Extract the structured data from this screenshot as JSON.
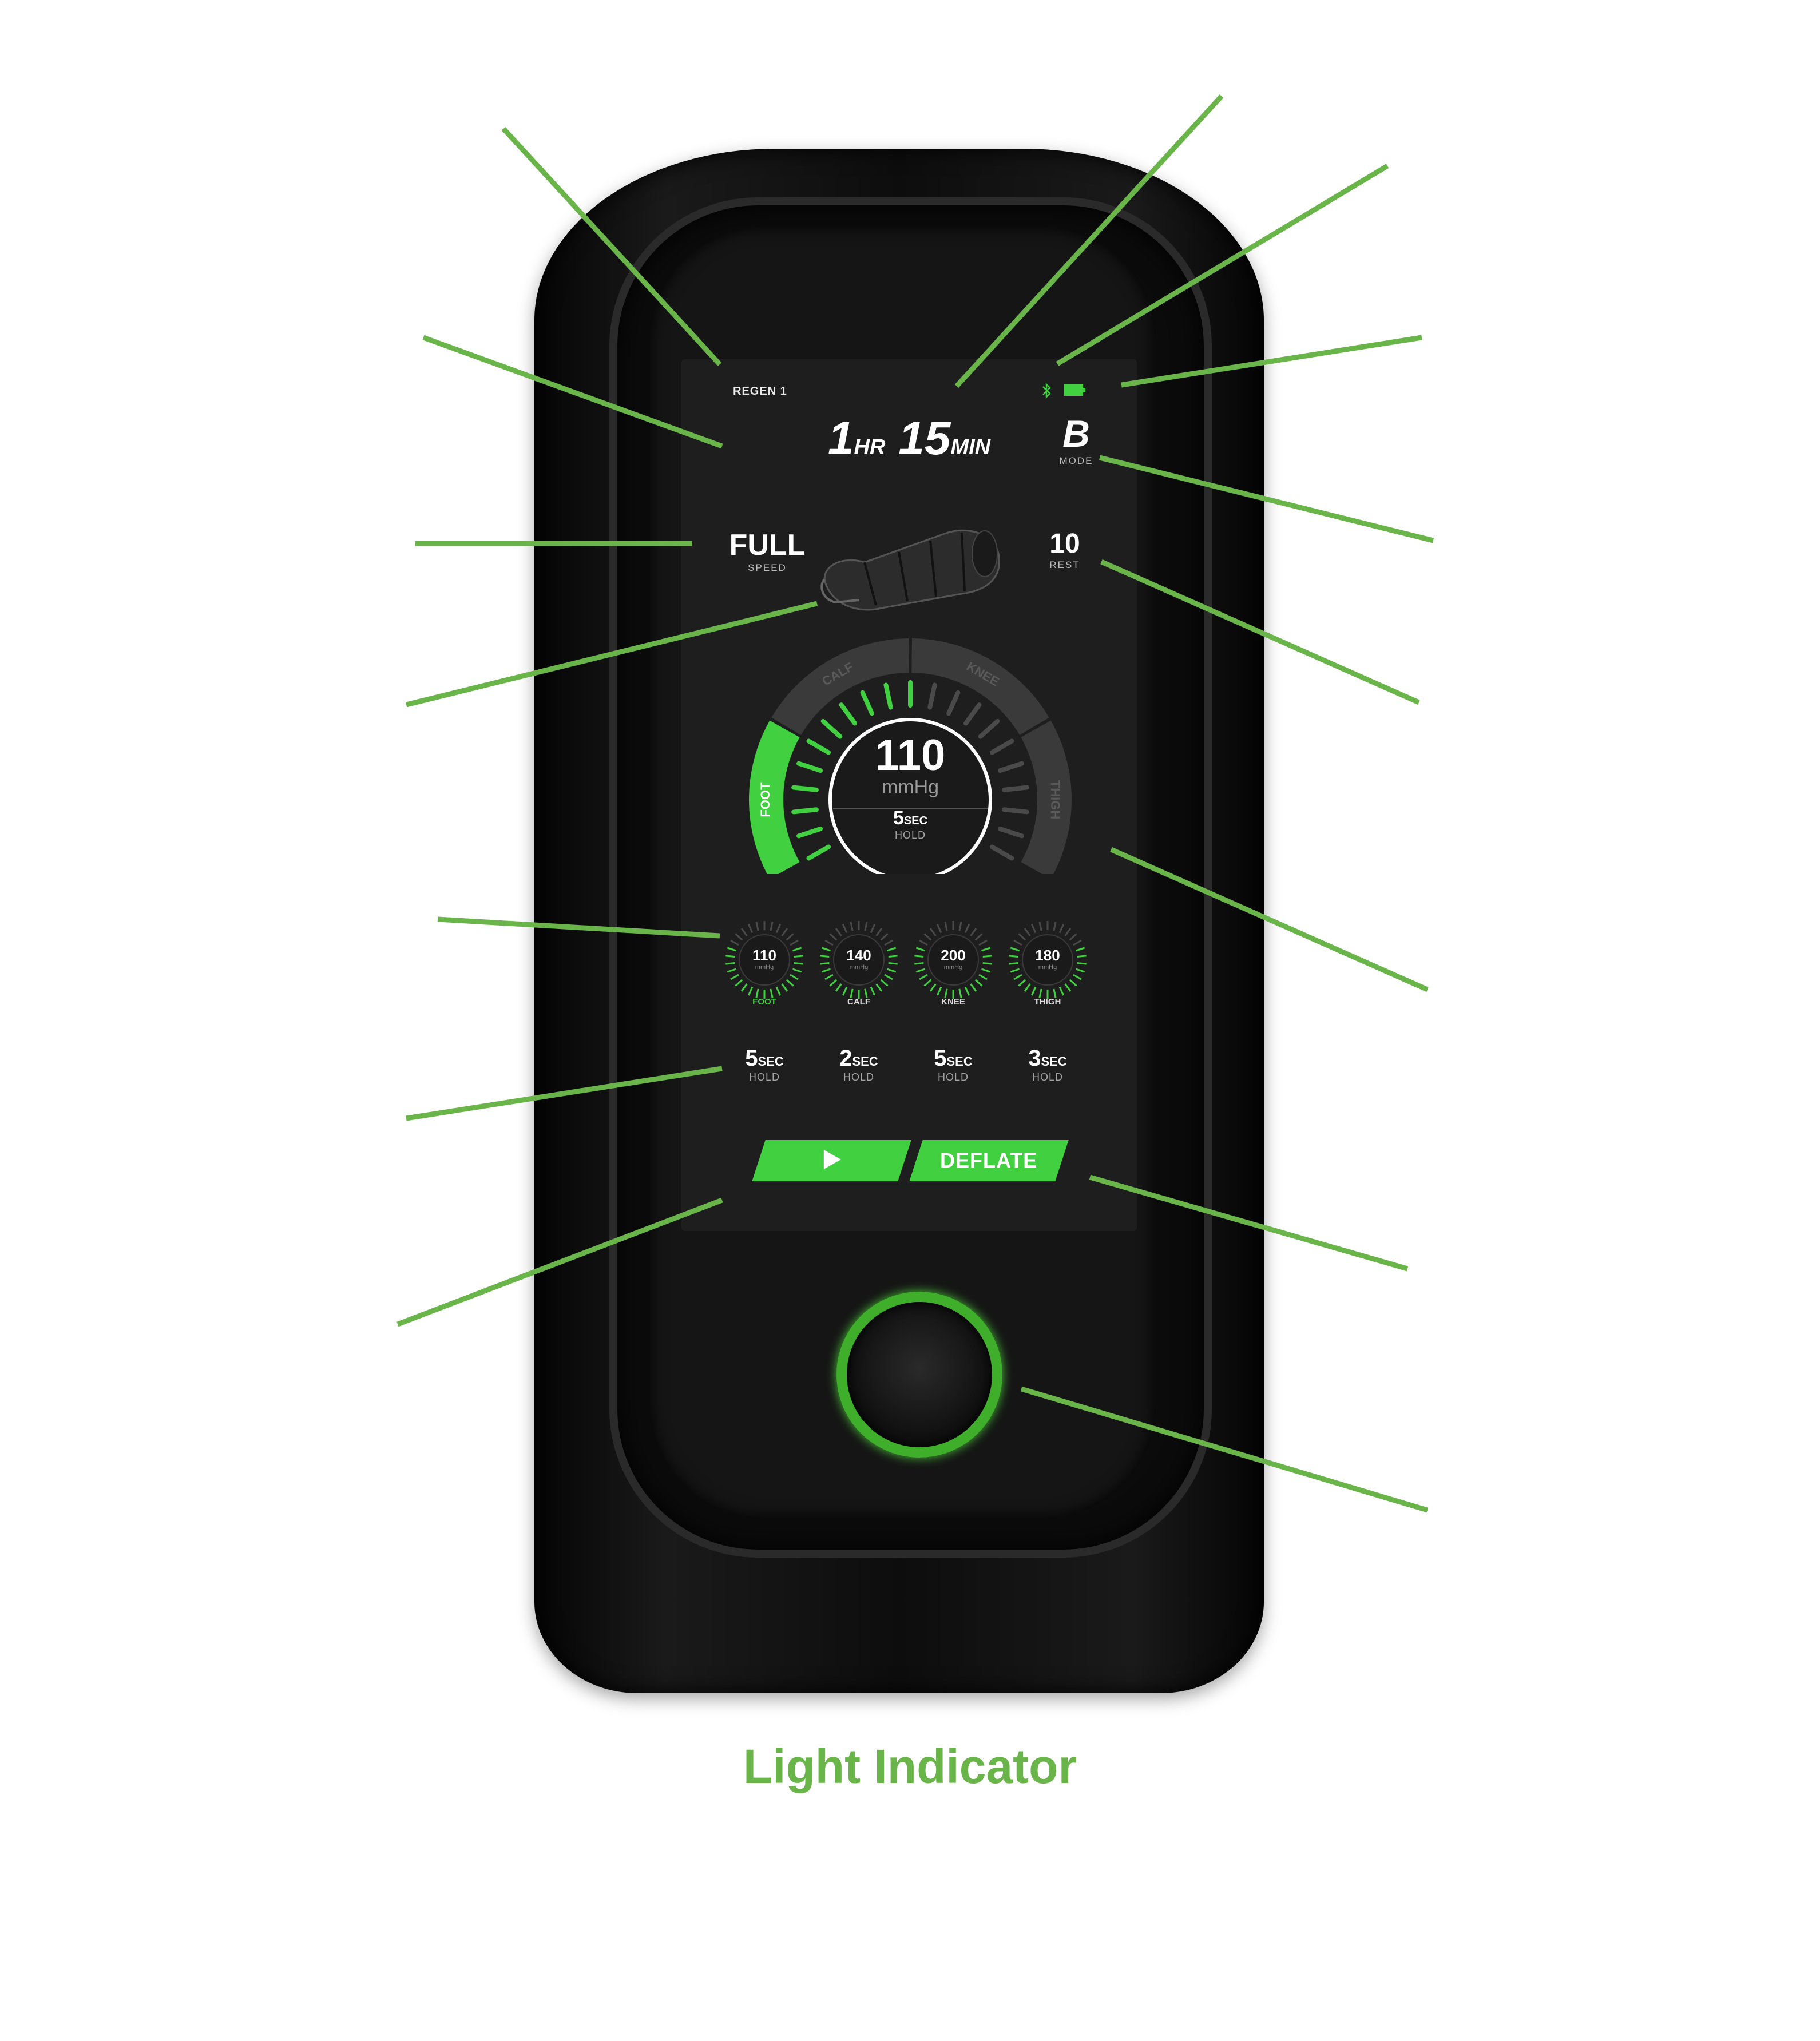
{
  "screen": {
    "program": "REGEN 1",
    "time": {
      "hours": "1",
      "hours_unit": "HR",
      "minutes": "15",
      "minutes_unit": "MIN"
    },
    "mode": {
      "value": "B",
      "label": "MODE"
    },
    "speed": {
      "value": "FULL",
      "label": "SPEED"
    },
    "rest": {
      "value": "10",
      "label": "REST"
    },
    "status_icons": [
      "bluetooth-icon",
      "battery-icon"
    ],
    "main_gauge": {
      "pressure": "110",
      "unit": "mmHg",
      "hold_value": "5",
      "hold_unit": "SEC",
      "hold_label": "HOLD",
      "zones": [
        "FOOT",
        "CALF",
        "KNEE",
        "THIGH"
      ],
      "active_zone": "FOOT"
    },
    "zone_gauges": [
      {
        "value": "110",
        "unit": "mmHg",
        "label": "FOOT",
        "active": true
      },
      {
        "value": "140",
        "unit": "mmHg",
        "label": "CALF",
        "active": false
      },
      {
        "value": "200",
        "unit": "mmHg",
        "label": "KNEE",
        "active": false
      },
      {
        "value": "180",
        "unit": "mmHg",
        "label": "THIGH",
        "active": false
      }
    ],
    "holds": [
      {
        "value": "5",
        "unit": "SEC",
        "label": "HOLD"
      },
      {
        "value": "2",
        "unit": "SEC",
        "label": "HOLD"
      },
      {
        "value": "5",
        "unit": "SEC",
        "label": "HOLD"
      },
      {
        "value": "3",
        "unit": "SEC",
        "label": "HOLD"
      }
    ],
    "play_button_icon": "play-icon",
    "deflate_label": "DEFLATE"
  },
  "caption": "Light Indicator",
  "colors": {
    "accent": "#40d040",
    "callout": "#6ab54a",
    "device": "#111111",
    "screen": "#1e1e1e"
  }
}
